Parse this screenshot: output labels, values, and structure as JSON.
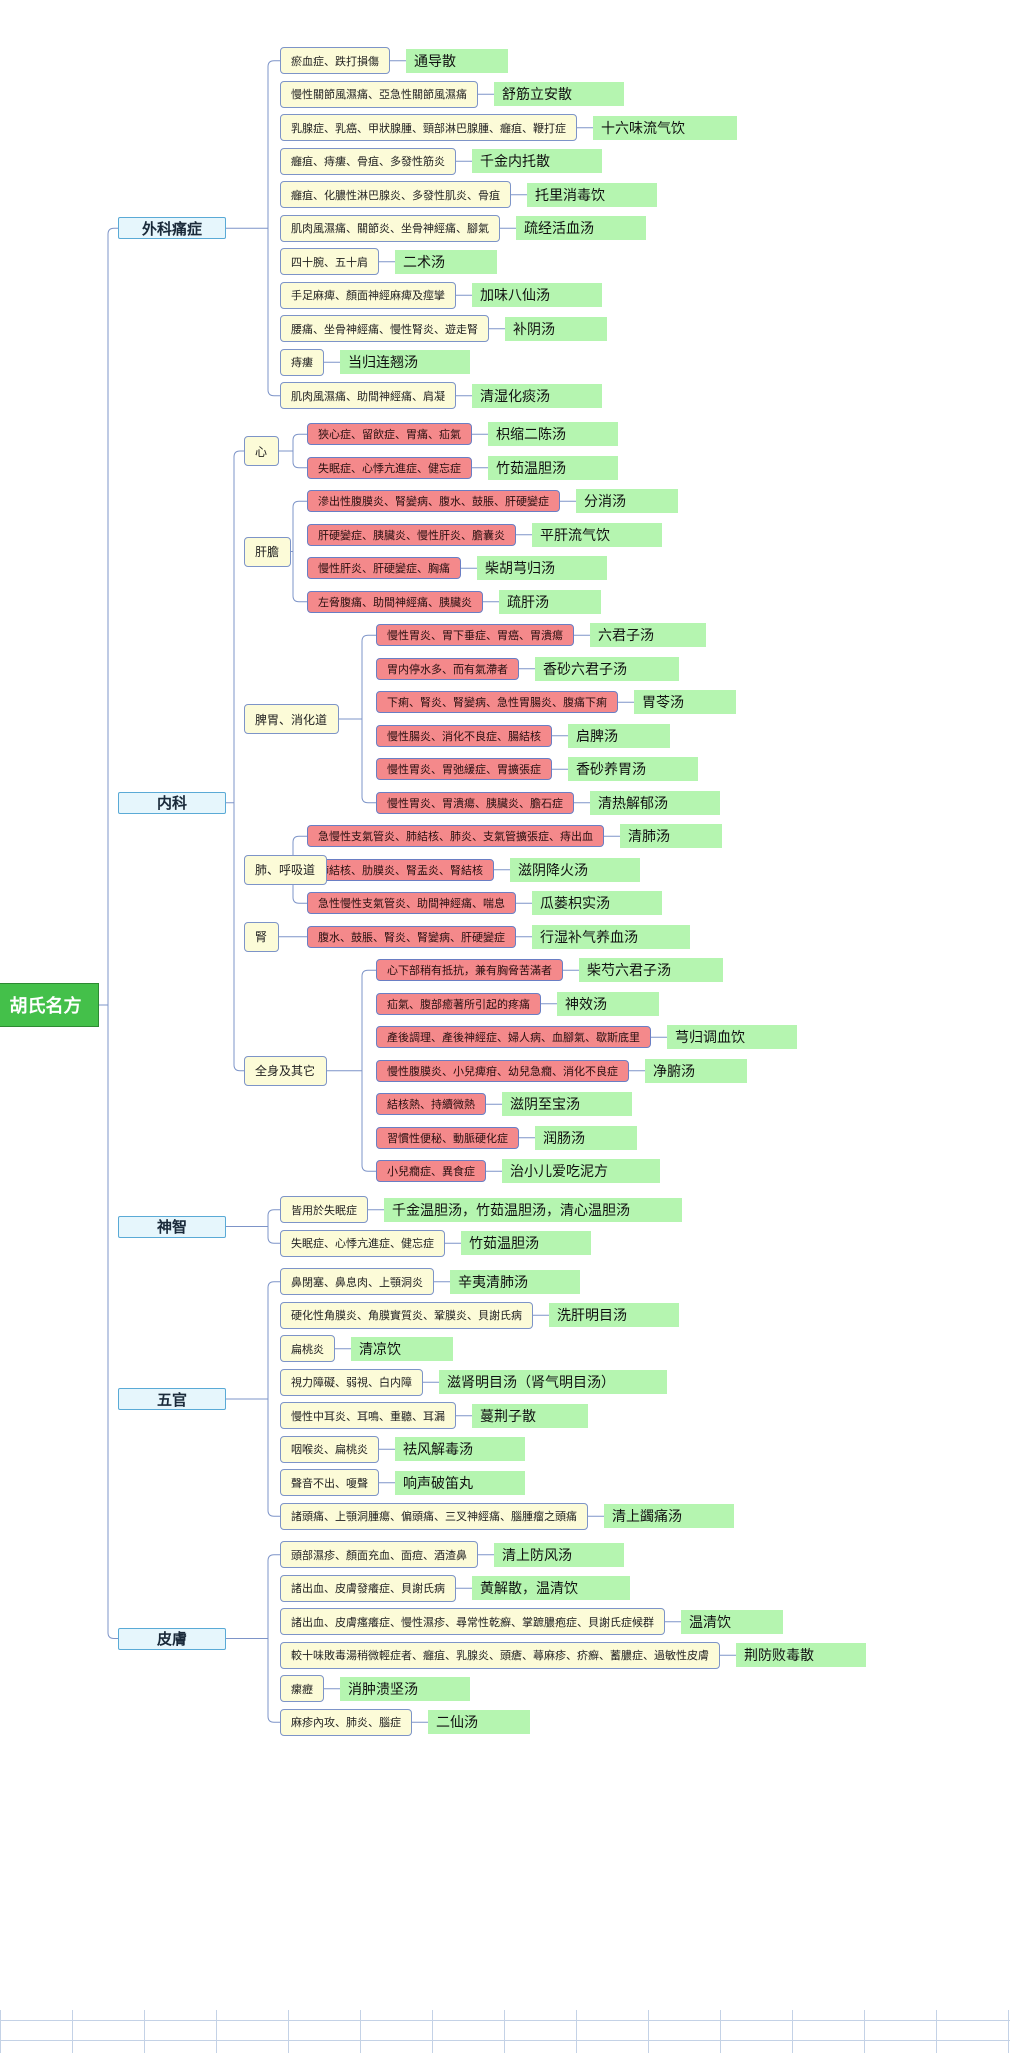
{
  "title": "胡氏名方",
  "categories": [
    {
      "id": "waike",
      "label": "外科痛症",
      "groups": [
        {
          "items": [
            {
              "disease": "瘀血症、跌打損傷",
              "formula": "通导散"
            },
            {
              "disease": "慢性關節風濕痛、亞急性關節風濕痛",
              "formula": "舒筋立安散"
            },
            {
              "disease": "乳腺症、乳癌、甲狀腺腫、頸部淋巴腺腫、癰疽、鞭打症",
              "formula": "十六味流气饮"
            },
            {
              "disease": "癰疽、痔瘻、骨疽、多發性筋炎",
              "formula": "千金内托散"
            },
            {
              "disease": "癰疽、化膿性淋巴腺炎、多發性肌炎、骨疽",
              "formula": "托里消毒饮"
            },
            {
              "disease": "肌肉風濕痛、關節炎、坐骨神經痛、腳氣",
              "formula": "疏经活血汤"
            },
            {
              "disease": "四十腕、五十肩",
              "formula": "二术汤"
            },
            {
              "disease": "手足麻痺、顏面神經麻痺及痙攣",
              "formula": "加味八仙汤"
            },
            {
              "disease": "腰痛、坐骨神經痛、慢性腎炎、遊走腎",
              "formula": "补阴汤"
            },
            {
              "disease": "痔瘻",
              "formula": "当归连翘汤"
            },
            {
              "disease": "肌肉風濕痛、助間神經痛、肩凝",
              "formula": "清湿化痰汤"
            }
          ]
        }
      ]
    },
    {
      "id": "neike",
      "label": "内科",
      "groups": [
        {
          "label": "心",
          "items": [
            {
              "disease": "狹心症、留飲症、胃痛、疝氣",
              "formula": "枳缩二陈汤"
            },
            {
              "disease": "失眠症、心悸亢進症、健忘症",
              "formula": "竹茹温胆汤"
            }
          ]
        },
        {
          "label": "肝膽",
          "items": [
            {
              "disease": "滲出性腹膜炎、腎變病、腹水、鼓脹、肝硬變症",
              "formula": "分消汤"
            },
            {
              "disease": "肝硬變症、胰臟炎、慢性肝炎、膽囊炎",
              "formula": "平肝流气饮"
            },
            {
              "disease": "慢性肝炎、肝硬變症、胸痛",
              "formula": "柴胡芎归汤"
            },
            {
              "disease": "左脅腹痛、助間神經痛、胰臟炎",
              "formula": "疏肝汤"
            }
          ]
        },
        {
          "label": "脾胃、消化道",
          "items": [
            {
              "disease": "慢性胃炎、胃下垂症、胃癌、胃潰瘍",
              "formula": "六君子汤"
            },
            {
              "disease": "胃内停水多、而有氣滯者",
              "formula": "香砂六君子汤"
            },
            {
              "disease": "下痢、腎炎、腎變病、急性胃腸炎、腹痛下痢",
              "formula": "胃苓汤"
            },
            {
              "disease": "慢性腸炎、消化不良症、腸結核",
              "formula": "启脾汤"
            },
            {
              "disease": "慢性胃炎、胃弛緩症、胃擴張症",
              "formula": "香砂养胃汤"
            },
            {
              "disease": "慢性胃炎、胃潰瘍、胰臟炎、膽石症",
              "formula": "清热解郁汤"
            }
          ]
        },
        {
          "label": "肺、呼吸道",
          "items": [
            {
              "disease": "急慢性支氣管炎、肺結核、肺炎、支氣管擴張症、痔出血",
              "formula": "清肺汤"
            },
            {
              "disease": "肺結核、肋膜炎、腎盂炎、腎結核",
              "formula": "滋阴降火汤"
            },
            {
              "disease": "急性慢性支氣管炎、助間神經痛、喘息",
              "formula": "瓜蒌枳实汤"
            }
          ]
        },
        {
          "label": "腎",
          "items": [
            {
              "disease": "腹水、鼓脹、腎炎、腎變病、肝硬變症",
              "formula": "行湿补气养血汤"
            }
          ]
        },
        {
          "label": "全身及其它",
          "items": [
            {
              "disease": "心下部稍有抵抗，兼有胸脅苦滿者",
              "formula": "柴芍六君子汤"
            },
            {
              "disease": "疝氣、腹部癒著所引起的疼痛",
              "formula": "神效汤"
            },
            {
              "disease": "產後調理、產後神經症、婦人病、血腳氣、歇斯底里",
              "formula": "芎归调血饮"
            },
            {
              "disease": "慢性腹膜炎、小兒痺疳、幼兒急癇、消化不良症",
              "formula": "净腑汤"
            },
            {
              "disease": "結核熱、持續微熱",
              "formula": "滋阴至宝汤"
            },
            {
              "disease": "習慣性便秘、動脈硬化症",
              "formula": "润肠汤"
            },
            {
              "disease": "小兒癇症、異食症",
              "formula": "治小儿爱吃泥方"
            }
          ]
        }
      ]
    },
    {
      "id": "shenzhi",
      "label": "神智",
      "groups": [
        {
          "items": [
            {
              "disease": "皆用於失眠症",
              "formula": "千金温胆汤，竹茹温胆汤，清心温胆汤"
            },
            {
              "disease": "失眠症、心悸亢進症、健忘症",
              "formula": "竹茹温胆汤"
            }
          ]
        }
      ]
    },
    {
      "id": "wuguan",
      "label": "五官",
      "groups": [
        {
          "items": [
            {
              "disease": "鼻閉塞、鼻息肉、上顎洞炎",
              "formula": "辛夷清肺汤"
            },
            {
              "disease": "硬化性角膜炎、角膜實質炎、鞏膜炎、貝謝氏病",
              "formula": "洗肝明目汤"
            },
            {
              "disease": "扁桃炎",
              "formula": "清凉饮"
            },
            {
              "disease": "視力障礙、弱視、白内障",
              "formula": "滋肾明目汤（肾气明目汤）"
            },
            {
              "disease": "慢性中耳炎、耳鳴、重聽、耳漏",
              "formula": "蔓荆子散"
            },
            {
              "disease": "咽喉炎、扁桃炎",
              "formula": "祛风解毒汤"
            },
            {
              "disease": "聲音不出、嗄聲",
              "formula": "响声破笛丸"
            },
            {
              "disease": "諸頭痛、上顎洞腫瘍、偏頭痛、三叉神經痛、腦腫瘤之頭痛",
              "formula": "清上蠲痛汤"
            }
          ]
        }
      ]
    },
    {
      "id": "pifu",
      "label": "皮膚",
      "groups": [
        {
          "items": [
            {
              "disease": "頭部濕疹、顏面充血、面痘、酒渣鼻",
              "formula": "清上防风汤"
            },
            {
              "disease": "諸出血、皮膚發癢症、貝謝氏病",
              "formula": "黄解散，温清饮"
            },
            {
              "disease": "諸出血、皮膚瘙癢症、慢性濕疹、尋常性乾癬、掌蹠膿疱症、貝謝氏症候群",
              "formula": "温清饮"
            },
            {
              "disease": "較十味敗毒湯稍微輕症者、癰疽、乳腺炎、頭瘡、蕁麻疹、疥癬、蓄膿症、過敏性皮膚",
              "formula": "荆防败毒散"
            },
            {
              "disease": "瘰癧",
              "formula": "消肿溃坚汤"
            },
            {
              "disease": "麻疹內攻、肺炎、腦症",
              "formula": "二仙汤"
            }
          ]
        }
      ]
    }
  ],
  "colors": {
    "root_fill": "#44c04a",
    "category_fill": "#e6f6fc",
    "subgroup_fill": "#fcfbd8",
    "disease_fill": "#fcfbd8",
    "disease_fill_internal": "#f4898b",
    "formula_fill": "#b5f5b0",
    "connector": "#7d94c8"
  }
}
